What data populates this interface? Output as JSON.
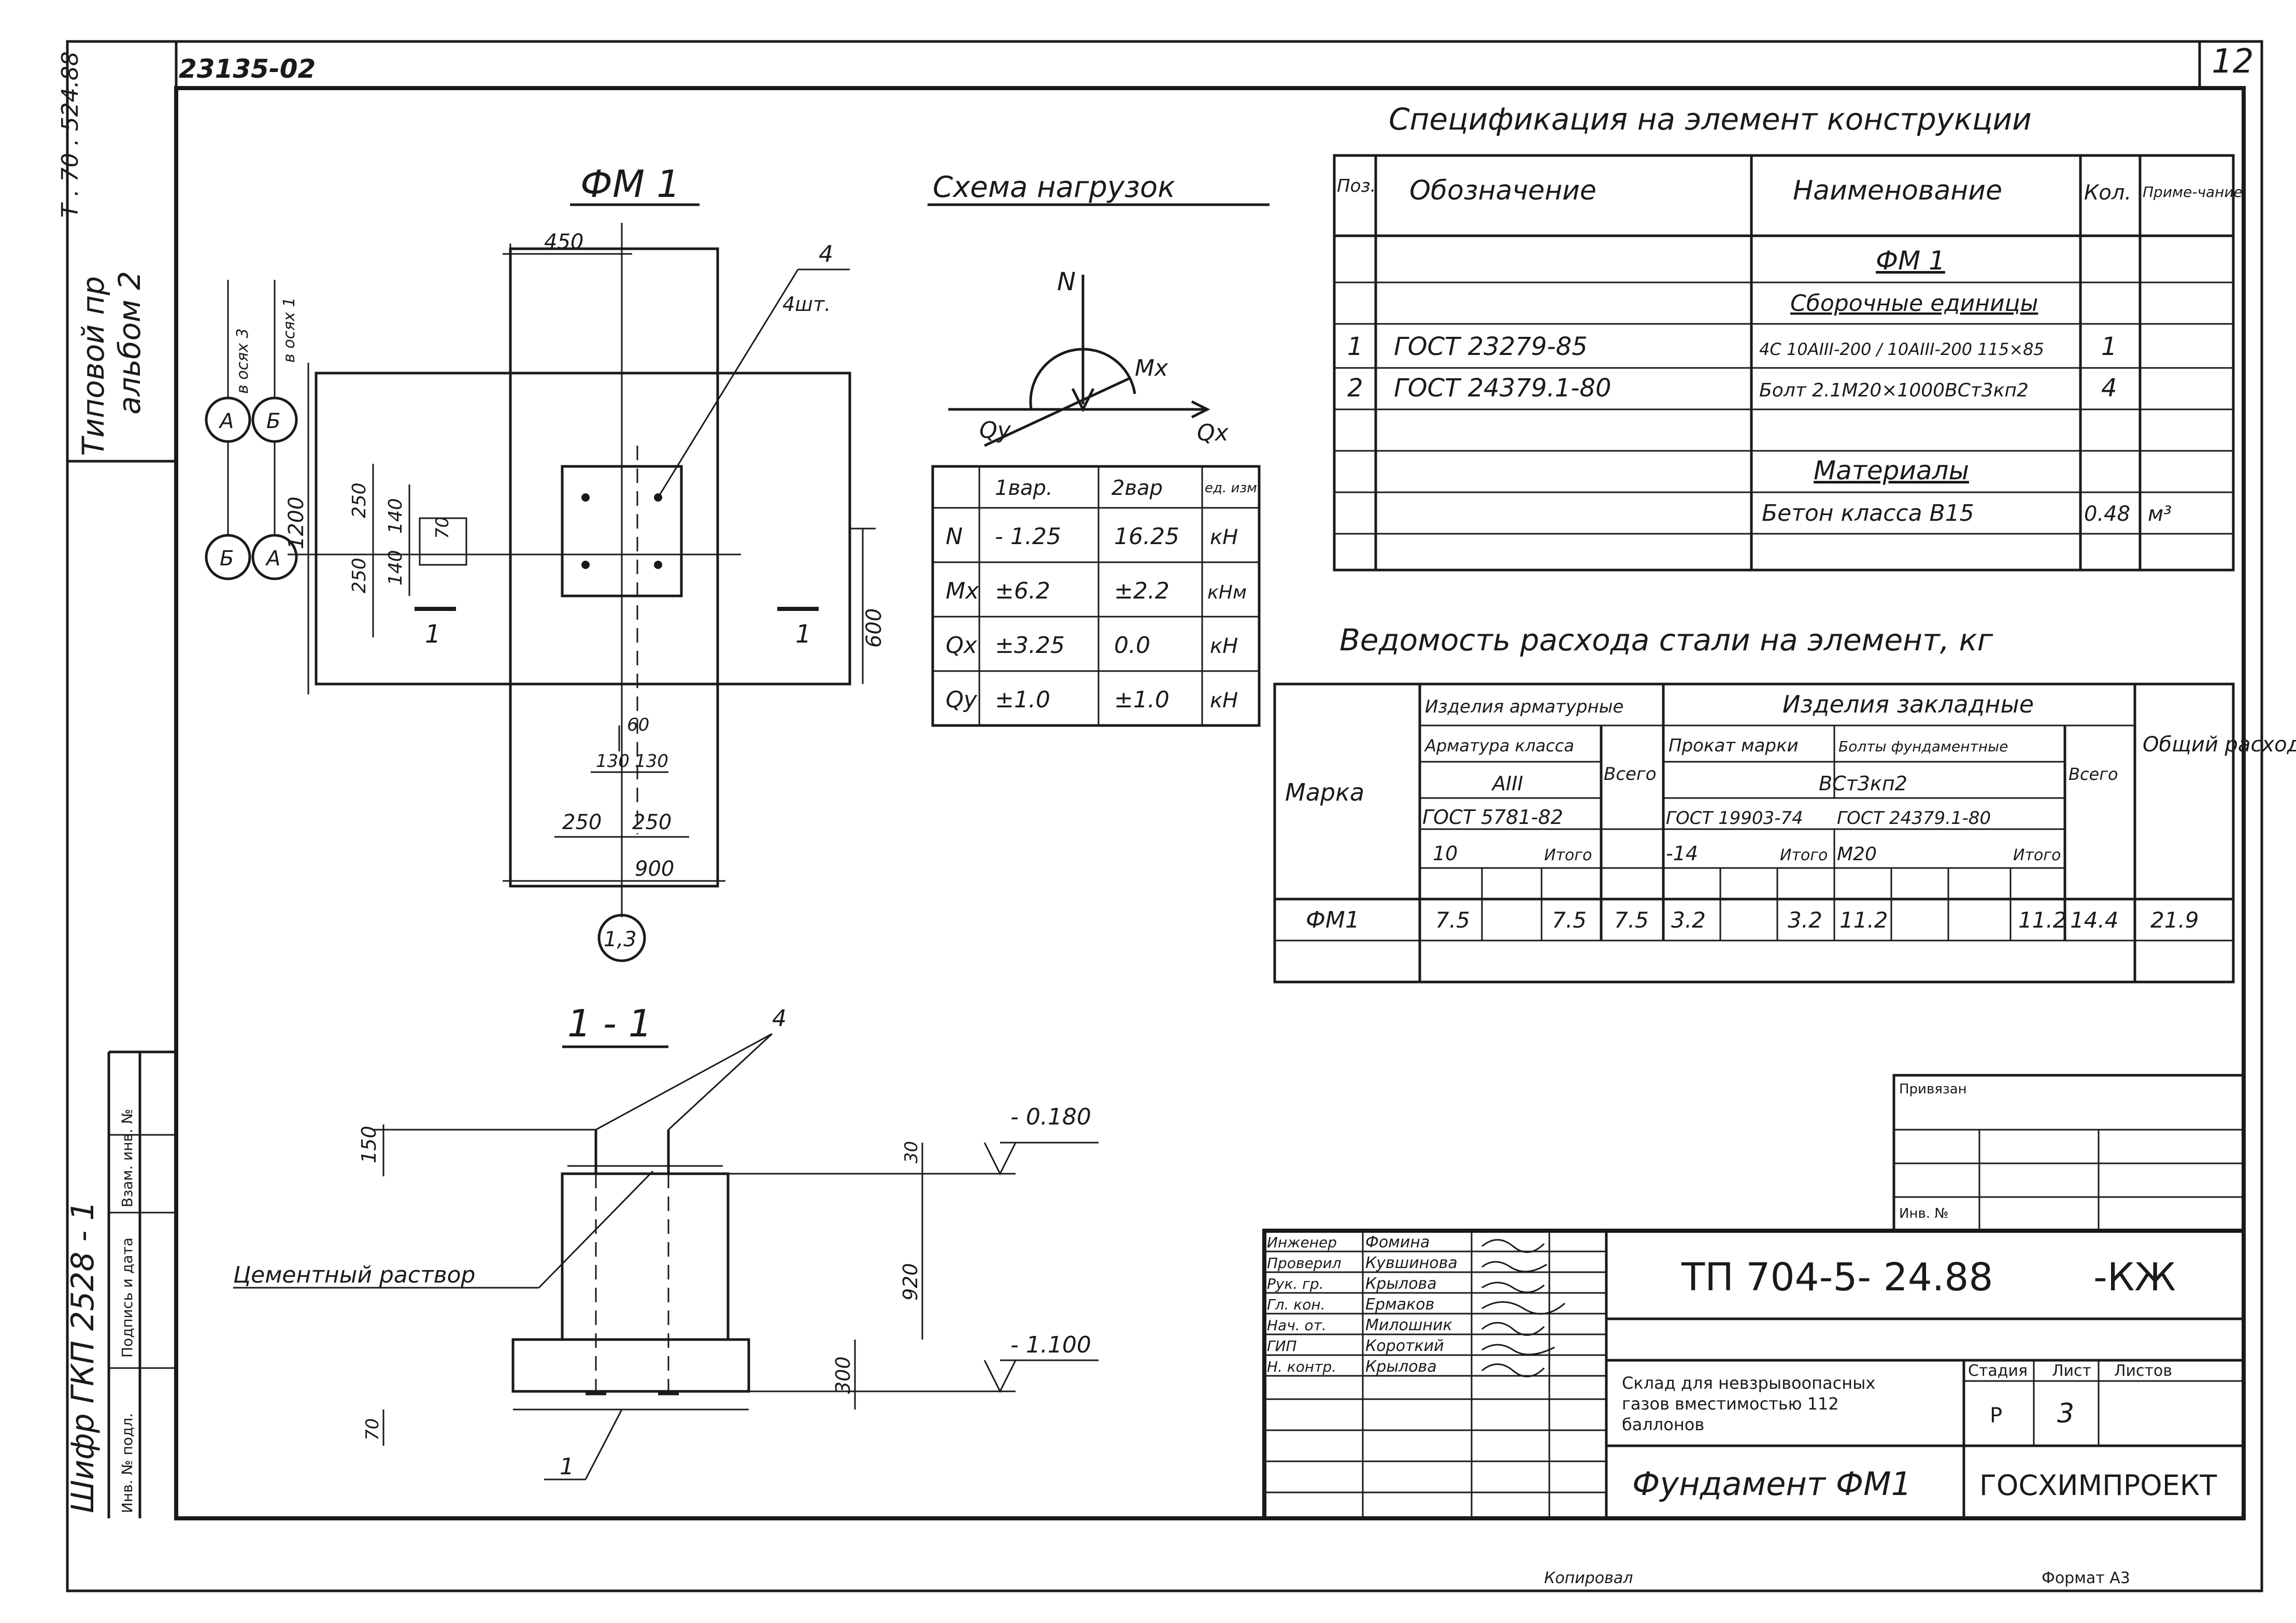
{
  "sheet": {
    "doc_code": "23135-02",
    "sheet_number": "12",
    "side_top": "Т . 70 . 524.88",
    "side_album": "Типовой пр",
    "side_album2": "альбом 2",
    "side_cipher": "Шифр ГКП 2528 - 1",
    "side_inv": "Инв. № подл.",
    "side_sign": "Подпись и дата",
    "side_vzam": "Взам. инв. №",
    "bottom_copied": "Копировал",
    "bottom_format": "Формат А3"
  },
  "fm1_plan": {
    "title": "ФМ 1",
    "dims": {
      "d450": "450",
      "d1200": "1200",
      "d250a": "250",
      "d250b": "250",
      "d140a": "140",
      "d140b": "140",
      "d70": "70",
      "d600": "600",
      "d60": "60",
      "d130a": "130",
      "d130b": "130",
      "d250c": "250",
      "d250d": "250",
      "d900": "900"
    },
    "leader_pos": "4",
    "leader_qty": "4шт.",
    "section_mark_left": "1",
    "section_mark_right": "1",
    "axis_bottom": "1,3",
    "axes": {
      "a1": "А",
      "b1": "Б",
      "b2": "Б",
      "a2": "А"
    },
    "axis_note1": "в осях 1",
    "axis_note2": "в осях 3"
  },
  "section_1_1": {
    "title": "1 - 1",
    "leader_pos": "4",
    "mortar_label": "Цементный раствор",
    "elev_top": "- 0.180",
    "elev_bottom": "- 1.100",
    "d150": "150",
    "d30": "30",
    "d920": "920",
    "d300": "300",
    "d70": "70",
    "pos1": "1"
  },
  "load_scheme": {
    "title": "Схема нагрузок",
    "N": "N",
    "Mx": "Mx",
    "Qx": "Qx",
    "Qy": "Qy",
    "headers": [
      "",
      "1вар.",
      "2вар",
      "ед. изм."
    ],
    "rows": [
      [
        "N",
        "- 1.25",
        "16.25",
        "кН"
      ],
      [
        "Mx",
        "±6.2",
        "±2.2",
        "кНм"
      ],
      [
        "Qx",
        "±3.25",
        "0.0",
        "кН"
      ],
      [
        "Qy",
        "±1.0",
        "±1.0",
        "кН"
      ]
    ]
  },
  "spec": {
    "title": "Спецификация на элемент конструкции",
    "headers": {
      "pos": "Поз.",
      "designation": "Обозначение",
      "name": "Наименование",
      "qty": "Кол.",
      "note": "Приме-чание"
    },
    "group_fm1": "ФМ 1",
    "group_assemblies": "Сборочные единицы",
    "rows": [
      {
        "pos": "1",
        "designation": "ГОСТ 23279-85",
        "name": "4С 10АIII-200 / 10АIII-200 115×85",
        "qty": "1",
        "note": ""
      },
      {
        "pos": "2",
        "designation": "ГОСТ 24379.1-80",
        "name": "Болт 2.1М20×1000ВСт3кп2",
        "qty": "4",
        "note": ""
      }
    ],
    "group_materials": "Материалы",
    "material": {
      "name": "Бетон класса В15",
      "qty": "0.48",
      "note": "м³"
    }
  },
  "steel": {
    "title": "Ведомость расхода стали на элемент, кг",
    "h_mark": "Марка",
    "h_rebar": "Изделия арматурные",
    "h_embed": "Изделия закладные",
    "h_rebar_class": "Арматура класса",
    "h_all1": "Всего",
    "h_rolled": "Прокат марки",
    "h_bolts": "Болты фундаментные",
    "h_all2": "Всего",
    "h_total": "Общий расход",
    "h_a3": "АIII",
    "h_steel": "ВСт3кп2",
    "h_gost1": "ГОСТ 5781-82",
    "h_gost2": "ГОСТ 19903-74",
    "h_gost3": "ГОСТ 24379.1-80",
    "h_10": "10",
    "h_itogo1": "Итого",
    "h_14": "-14",
    "h_itogo2": "Итого",
    "h_m20": "М20",
    "h_itogo3": "Итого",
    "row": {
      "mark": "ФМ1",
      "c10": "7.5",
      "it1": "7.5",
      "all1": "7.5",
      "c14": "3.2",
      "it2": "3.2",
      "m20": "11.2",
      "it3": "11.2",
      "all2": "14.4",
      "total": "21.9"
    }
  },
  "stamp": {
    "privyazan": "Привязан",
    "inv": "Инв. №",
    "people": [
      {
        "role": "Инженер",
        "name": "Фомина"
      },
      {
        "role": "Проверил",
        "name": "Кувшинова"
      },
      {
        "role": "Рук. гр.",
        "name": "Крылова"
      },
      {
        "role": "Гл. кон.",
        "name": "Ермаков"
      },
      {
        "role": "Нач. от.",
        "name": "Милошник"
      },
      {
        "role": "ГИП",
        "name": "Короткий"
      },
      {
        "role": "Н. контр.",
        "name": "Крылова"
      }
    ],
    "code": "ТП 704-5- 24.88",
    "suffix": "-КЖ",
    "object1": "Склад для невзрывоопасных",
    "object2": "газов вместимостью 112",
    "object3": "баллонов",
    "stage_h": "Стадия",
    "sheet_h": "Лист",
    "sheets_h": "Листов",
    "stage": "Р",
    "sheet": "3",
    "sheets": "",
    "drawing_title": "Фундамент ФМ1",
    "org": "ГОСХИМПРОЕКТ"
  }
}
